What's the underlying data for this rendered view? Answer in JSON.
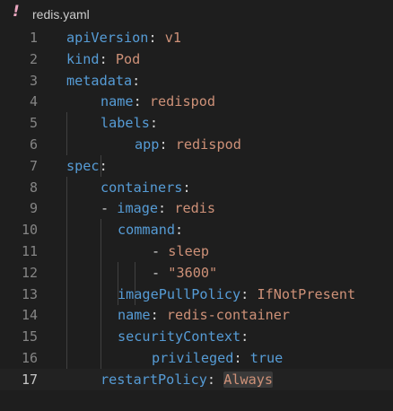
{
  "tab": {
    "icon": "!",
    "title": "redis.yaml"
  },
  "editor": {
    "active_line": 17,
    "lines": [
      {
        "num": "1",
        "key": "apiVersion",
        "colon": ":",
        "value": " v1"
      },
      {
        "num": "2",
        "key": "kind",
        "colon": ":",
        "value": " Pod"
      },
      {
        "num": "3",
        "key": "metadata",
        "colon": ":",
        "value": ""
      },
      {
        "num": "4",
        "key": "name",
        "colon": ":",
        "value": " redispod"
      },
      {
        "num": "5",
        "key": "labels",
        "colon": ":",
        "value": ""
      },
      {
        "num": "6",
        "key": "app",
        "colon": ":",
        "value": " redispod"
      },
      {
        "num": "7",
        "key": "spec",
        "colon": ":",
        "value": ""
      },
      {
        "num": "8",
        "key": "containers",
        "colon": ":",
        "value": ""
      },
      {
        "num": "9",
        "dash": "- ",
        "key": "image",
        "colon": ":",
        "value": " redis"
      },
      {
        "num": "10",
        "key": "command",
        "colon": ":",
        "value": ""
      },
      {
        "num": "11",
        "dash": "- ",
        "key": "",
        "colon": "",
        "value": "sleep"
      },
      {
        "num": "12",
        "dash": "- ",
        "key": "",
        "colon": "",
        "value": "\"3600\""
      },
      {
        "num": "13",
        "key": "imagePullPolicy",
        "colon": ":",
        "value": " IfNotPresent"
      },
      {
        "num": "14",
        "key": "name",
        "colon": ":",
        "value": " redis-container"
      },
      {
        "num": "15",
        "key": "securityContext",
        "colon": ":",
        "value": ""
      },
      {
        "num": "16",
        "key": "privileged",
        "colon": ":",
        "value": " true"
      },
      {
        "num": "17",
        "key": "restartPolicy",
        "colon": ":",
        "value": " ",
        "highlight": "Always"
      }
    ]
  }
}
